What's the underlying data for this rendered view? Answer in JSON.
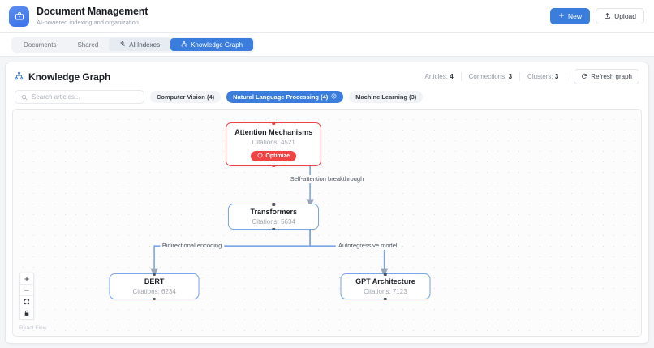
{
  "header": {
    "logo_icon": "briefcase-icon",
    "title": "Document Management",
    "subtitle": "AI-powered indexing and organization",
    "new_button": {
      "icon": "plus-icon",
      "label": "New"
    },
    "upload_button": {
      "icon": "upload-icon",
      "label": "Upload"
    }
  },
  "tabs": [
    {
      "id": "documents",
      "label": "Documents",
      "icon": null,
      "state": "inactive"
    },
    {
      "id": "shared",
      "label": "Shared",
      "icon": null,
      "state": "inactive"
    },
    {
      "id": "ai-indexes",
      "label": "AI Indexes",
      "icon": "sparkles-icon",
      "state": "soft"
    },
    {
      "id": "knowledge-graph",
      "label": "Knowledge Graph",
      "icon": "graph-icon",
      "state": "active"
    }
  ],
  "panel": {
    "icon": "graph-icon",
    "title": "Knowledge Graph",
    "stats": [
      {
        "label": "Articles:",
        "value": "4"
      },
      {
        "label": "Connections:",
        "value": "3"
      },
      {
        "label": "Clusters:",
        "value": "3"
      }
    ],
    "refresh_button": {
      "icon": "refresh-icon",
      "label": "Refresh graph"
    }
  },
  "search": {
    "icon": "search-icon",
    "placeholder": "Search articles...",
    "value": ""
  },
  "chips": [
    {
      "label": "Computer Vision (4)",
      "active": false,
      "close_icon": null
    },
    {
      "label": "Natural Language Processing (4)",
      "active": true,
      "close_icon": "close-circle-icon"
    },
    {
      "label": "Machine Learning (3)",
      "active": false,
      "close_icon": null
    }
  ],
  "graph": {
    "nodes": [
      {
        "id": "attention",
        "title": "Attention Mechanisms",
        "citations_label": "Citations: 4521",
        "alert": true,
        "action": {
          "icon": "alert-circle-icon",
          "label": "Optimize"
        }
      },
      {
        "id": "transformers",
        "title": "Transformers",
        "citations_label": "Citations: 5634",
        "alert": false,
        "action": null
      },
      {
        "id": "bert",
        "title": "BERT",
        "citations_label": "Citations: 6234",
        "alert": false,
        "action": null
      },
      {
        "id": "gpt",
        "title": "GPT Architecture",
        "citations_label": "Citations: 7123",
        "alert": false,
        "action": null
      }
    ],
    "edges": [
      {
        "from": "attention",
        "to": "transformers",
        "label": "Self-attention breakthrough"
      },
      {
        "from": "transformers",
        "to": "bert",
        "label": "Bidirectional encoding"
      },
      {
        "from": "transformers",
        "to": "gpt",
        "label": "Autoregressive model"
      }
    ],
    "controls": [
      {
        "id": "zoom-in",
        "icon": "plus-icon"
      },
      {
        "id": "zoom-out",
        "icon": "minus-icon"
      },
      {
        "id": "fit-view",
        "icon": "fit-view-icon"
      },
      {
        "id": "lock",
        "icon": "lock-icon"
      }
    ],
    "attribution": "React Flow"
  },
  "colors": {
    "accent": "#3b7ddd",
    "alert": "#ef4444",
    "node_border": "#7aa5e8",
    "edge": "#7aa5e8"
  }
}
